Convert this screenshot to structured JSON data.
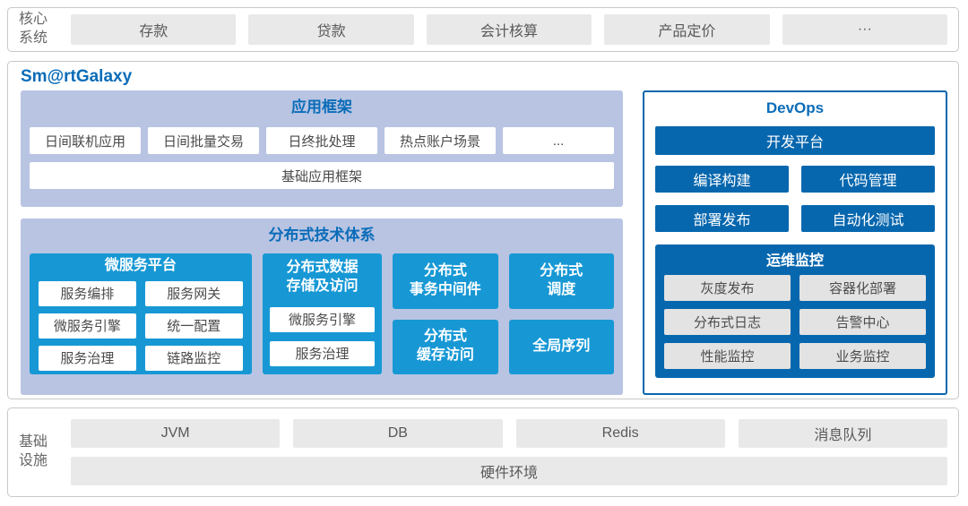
{
  "colors": {
    "accent_blue": "#0a6cb8",
    "cyan": "#1798d5",
    "dark_blue": "#0767ae",
    "panel_bg": "#b8c4e2",
    "gray_box_bg": "#e9e9e9"
  },
  "core_systems": {
    "label": "核心\n系统",
    "items": [
      "存款",
      "贷款",
      "会计核算",
      "产品定价",
      "···"
    ]
  },
  "smartgalaxy": {
    "title": "Sm@rtGalaxy",
    "app_framework": {
      "title": "应用框架",
      "items": [
        "日间联机应用",
        "日间批量交易",
        "日终批处理",
        "热点账户场景",
        "..."
      ],
      "base": "基础应用框架"
    },
    "distributed": {
      "title": "分布式技术体系",
      "microservice_platform": {
        "title": "微服务平台",
        "items": [
          "服务编排",
          "服务网关",
          "微服务引擎",
          "统一配置",
          "服务治理",
          "链路监控"
        ]
      },
      "data_storage": {
        "title": "分布式数据\n存储及访问",
        "items": [
          "微服务引擎",
          "服务治理"
        ]
      },
      "transaction_mw": "分布式\n事务中间件",
      "cache_access": "分布式\n缓存访问",
      "scheduler": "分布式\n调度",
      "global_sequence": "全局序列"
    },
    "devops": {
      "title": "DevOps",
      "dev_platform": "开发平台",
      "tools": [
        "编译构建",
        "代码管理",
        "部署发布",
        "自动化测试"
      ],
      "ops_monitoring": {
        "title": "运维监控",
        "items": [
          "灰度发布",
          "容器化部署",
          "分布式日志",
          "告警中心",
          "性能监控",
          "业务监控"
        ]
      }
    }
  },
  "infrastructure": {
    "label": "基础\n设施",
    "items": [
      "JVM",
      "DB",
      "Redis",
      "消息队列"
    ],
    "base": "硬件环境"
  }
}
